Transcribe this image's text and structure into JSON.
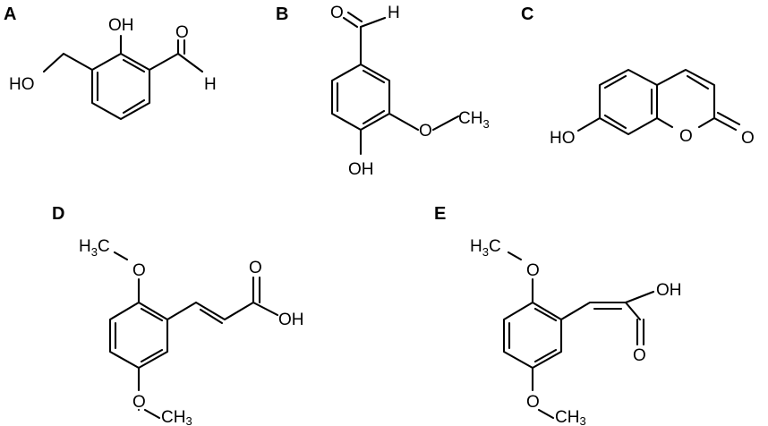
{
  "panels": [
    {
      "label": "A",
      "atoms": {
        "oh_top": "OH",
        "ho_left": "HO",
        "o_aldehyde": "O",
        "h_aldehyde": "H"
      }
    },
    {
      "label": "B",
      "atoms": {
        "o_aldehyde": "O",
        "h_aldehyde": "H",
        "o_methoxy": "O",
        "methyl": "CH",
        "methyl_sub": "3",
        "oh_bottom": "OH"
      }
    },
    {
      "label": "C",
      "atoms": {
        "ho_left": "HO",
        "o_ring": "O",
        "o_carbonyl": "O"
      }
    },
    {
      "label": "D",
      "atoms": {
        "methyl_top": "H",
        "methyl_top_sub": "3",
        "methyl_top_c": "C",
        "o_top": "O",
        "o_acid": "O",
        "oh_acid": "OH",
        "o_bottom": "O",
        "methyl_bottom": "CH",
        "methyl_bottom_sub": "3"
      }
    },
    {
      "label": "E",
      "atoms": {
        "methyl_top": "H",
        "methyl_top_sub": "3",
        "methyl_top_c": "C",
        "o_top": "O",
        "oh_acid": "OH",
        "o_acid": "O",
        "o_bottom": "O",
        "methyl_bottom": "CH",
        "methyl_bottom_sub": "3"
      }
    }
  ]
}
